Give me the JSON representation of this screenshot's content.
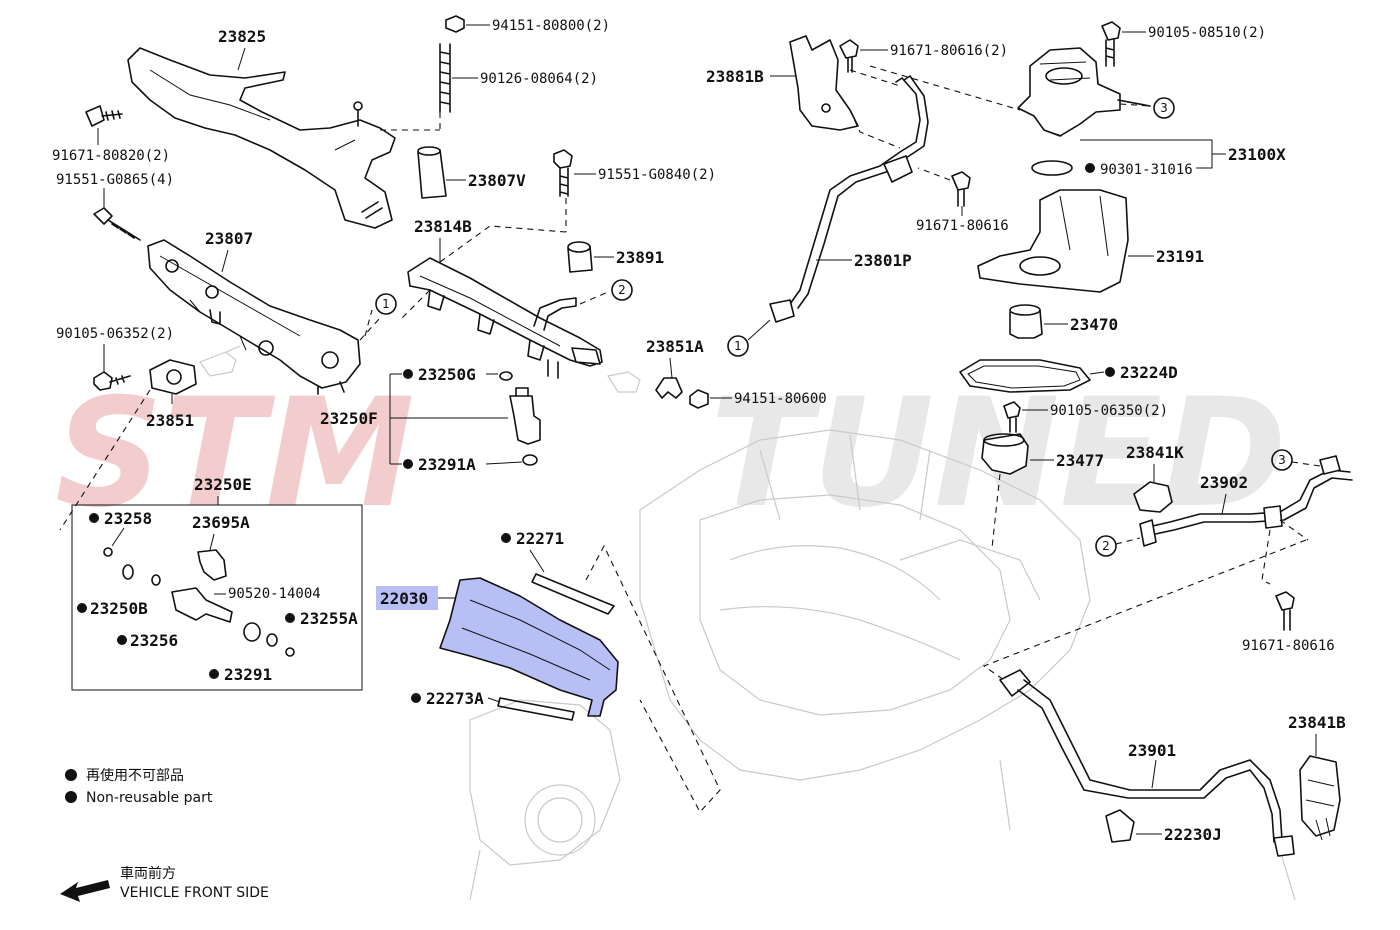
{
  "watermark": {
    "left": "STM",
    "right": "TUNED",
    "left_color": "#f2c8c8",
    "right_color": "#e6e6e6"
  },
  "legend": {
    "bullet_jp": "再使用不可部品",
    "bullet_en": "Non-reusable part",
    "front_jp": "車両前方",
    "front_en": "VEHICLE FRONT SIDE"
  },
  "highlight_color": "#b8bff5",
  "parts": {
    "p23825": "23825",
    "p94151_80800": "94151-80800(2)",
    "p90126_08064": "90126-08064(2)",
    "p91671_80820": "91671-80820(2)",
    "p91551_G0865": "91551-G0865(4)",
    "p23807V": "23807V",
    "p91551_G0840": "91551-G0840(2)",
    "p23814B": "23814B",
    "p23807": "23807",
    "p23891": "23891",
    "p90105_06352": "90105-06352(2)",
    "p23851": "23851",
    "p23250G": "23250G",
    "p23851A": "23851A",
    "p94151_80600": "94151-80600",
    "p23250F": "23250F",
    "p23291A": "23291A",
    "p23881B": "23881B",
    "p91671_80616_2": "91671-80616(2)",
    "p90105_08510": "90105-08510(2)",
    "p23100X": "23100X",
    "p90301_31016": "90301-31016",
    "p91671_80616_a": "91671-80616",
    "p23801P": "23801P",
    "p23191": "23191",
    "p23470": "23470",
    "p23224D": "23224D",
    "p90105_06350": "90105-06350(2)",
    "p23477": "23477",
    "p23841K": "23841K",
    "p23902": "23902",
    "p91671_80616_b": "91671-80616",
    "p23250E": "23250E",
    "p23258": "23258",
    "p23695A": "23695A",
    "p90520_14004": "90520-14004",
    "p23250B": "23250B",
    "p23255A": "23255A",
    "p23256": "23256",
    "p23291": "23291",
    "p22271": "22271",
    "p22030": "22030",
    "p22273A": "22273A",
    "p23901": "23901",
    "p23841B": "23841B",
    "p22230J": "22230J"
  },
  "callouts": {
    "c1": "1",
    "c2": "2",
    "c3": "3"
  }
}
